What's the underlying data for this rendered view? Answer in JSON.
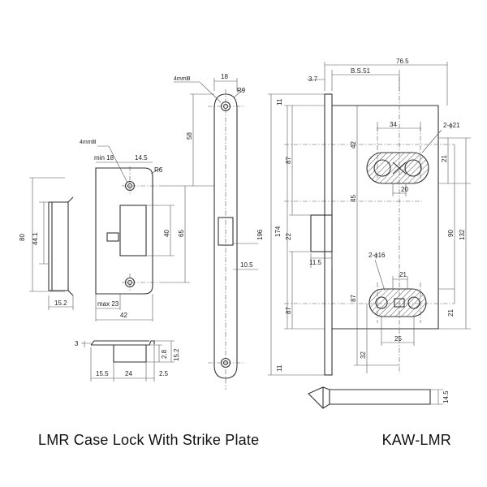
{
  "caption": {
    "title": "LMR Case Lock With Strike Plate",
    "model": "KAW-LMR"
  },
  "strike_plate": {
    "dims": [
      "80",
      "44.1",
      "15.2",
      "min 18",
      "14.5",
      "R6",
      "40",
      "65",
      "max 23",
      "42",
      "4mmⅢ"
    ],
    "section_dims": [
      "3",
      "2.8",
      "15.2",
      "15.5",
      "24",
      "2.5"
    ]
  },
  "faceplate": {
    "dims": [
      "4mmⅢ",
      "18",
      "R9",
      "58",
      "10.5"
    ]
  },
  "lock_body": {
    "dims": [
      "76.5",
      "3.7",
      "B.S.51",
      "11",
      "87",
      "196",
      "174",
      "22",
      "11.5",
      "87",
      "11",
      "42",
      "45",
      "87",
      "32",
      "34",
      "2-ϕ21",
      "21",
      "20",
      "90",
      "132",
      "2-ϕ16",
      "21",
      "25",
      "21",
      "14.5"
    ]
  }
}
